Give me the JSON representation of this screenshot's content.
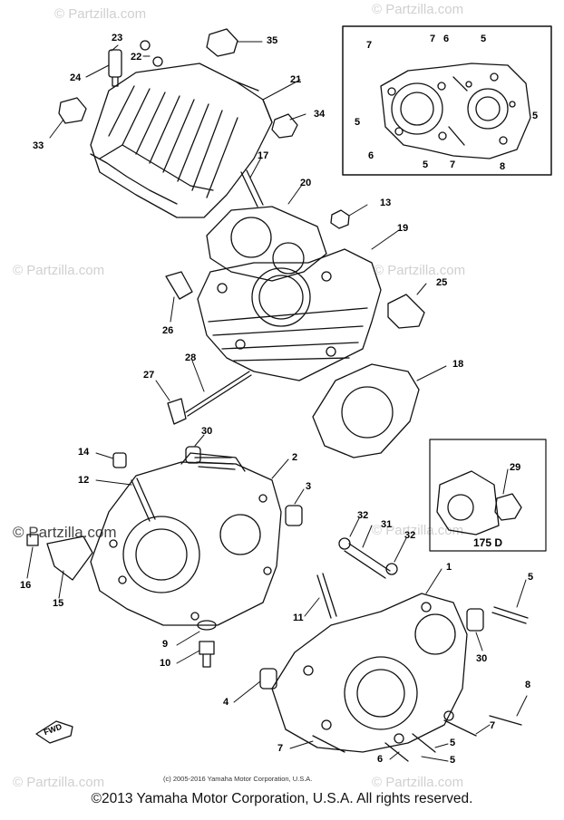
{
  "watermark": "© Partzilla.com",
  "partzilla_bold": "© Partzilla.com",
  "inset_label": "175 D",
  "fwd_label": "FWD",
  "small_copyright": "(c) 2005-2016 Yamaha Motor Corporation, U.S.A.",
  "footer_copyright": "©2013 Yamaha Motor Corporation, U.S.A. All rights reserved.",
  "callouts": {
    "c1": "1",
    "c2": "2",
    "c3": "3",
    "c4": "4",
    "c5": "5",
    "c6": "6",
    "c7": "7",
    "c8": "8",
    "c9": "9",
    "c10": "10",
    "c11": "11",
    "c12": "12",
    "c13": "13",
    "c14": "14",
    "c15": "15",
    "c16": "16",
    "c17": "17",
    "c18": "18",
    "c19": "19",
    "c20": "20",
    "c21": "21",
    "c22": "22",
    "c23": "23",
    "c24": "24",
    "c25": "25",
    "c26": "26",
    "c27": "27",
    "c28": "28",
    "c29": "29",
    "c30": "30",
    "c31": "31",
    "c32": "32",
    "c33": "33",
    "c34": "34",
    "c35": "35"
  }
}
